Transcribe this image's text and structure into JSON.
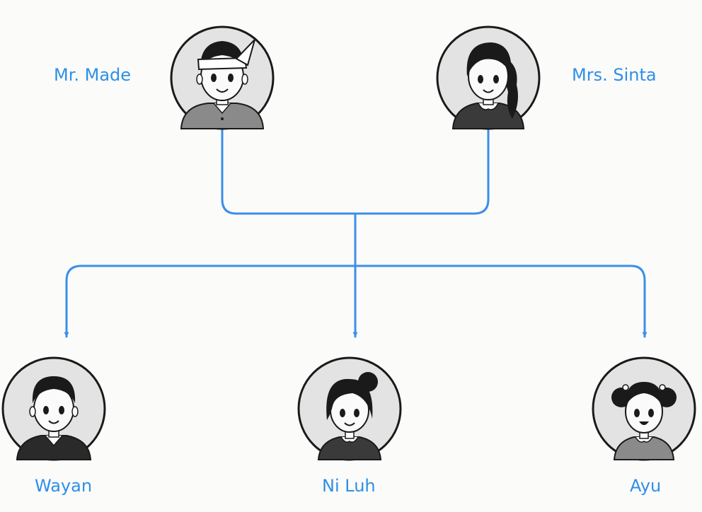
{
  "colors": {
    "connector": "#3a8fe8",
    "label": "#2f8fe6",
    "avatar_fill": "#e3e3e3",
    "avatar_stroke": "#1a1a1a"
  },
  "parents": [
    {
      "name": "Mr. Made",
      "icon": "father-avatar-icon"
    },
    {
      "name": "Mrs. Sinta",
      "icon": "mother-avatar-icon"
    }
  ],
  "children": [
    {
      "name": "Wayan",
      "icon": "son-avatar-icon"
    },
    {
      "name": "Ni Luh",
      "icon": "daughter-avatar-icon"
    },
    {
      "name": "Ayu",
      "icon": "daughter-avatar-icon"
    }
  ]
}
